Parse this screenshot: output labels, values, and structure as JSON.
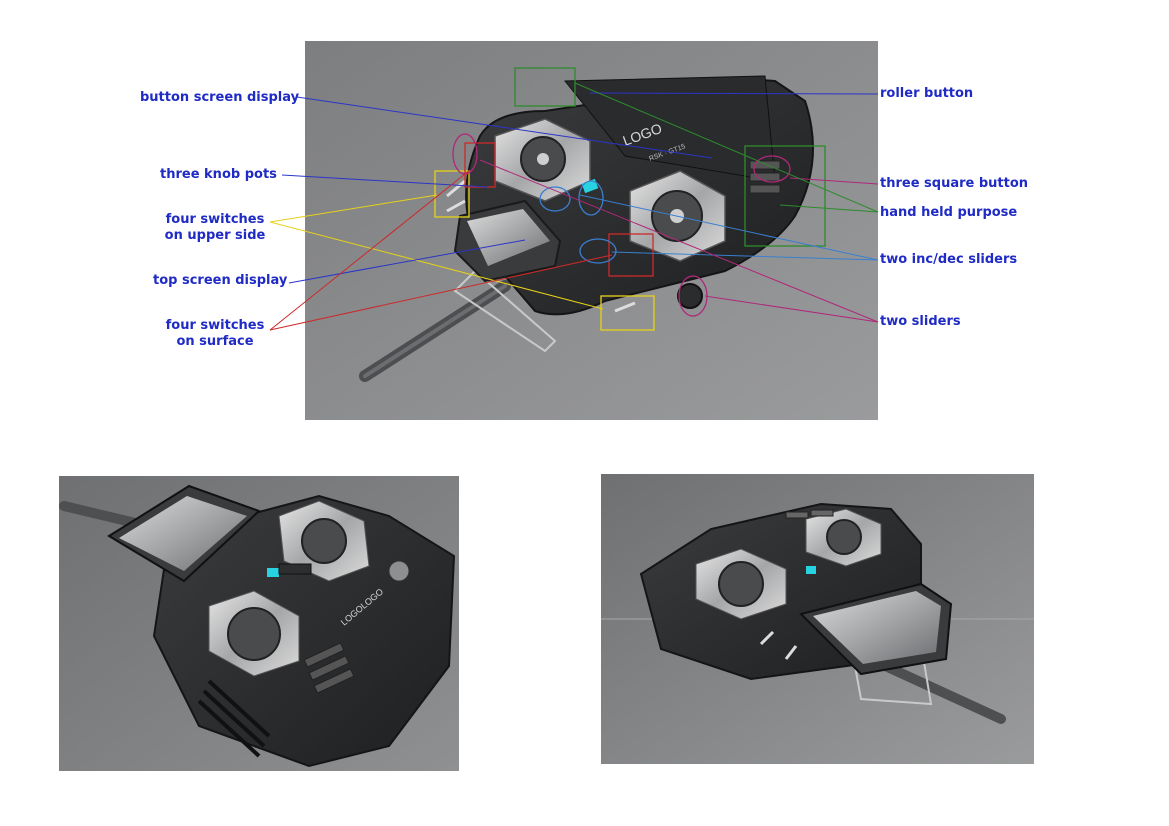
{
  "callouts": {
    "button_screen_display": "button screen display",
    "three_knob_pots": "three knob pots",
    "four_switches_upper_line1": "four switches",
    "four_switches_upper_line2": "on upper side",
    "top_screen_display": "top screen display",
    "four_switches_surface_line1": "four switches",
    "four_switches_surface_line2": "on surface",
    "roller_button": "roller button",
    "three_square_button": "three square button",
    "hand_held_purpose": "hand held purpose",
    "two_inc_dec_sliders": "two inc/dec sliders",
    "two_sliders": "two sliders"
  },
  "product": {
    "logo_text": "LOGO",
    "model_text": "RSK · GT15"
  },
  "colors": {
    "label_text": "#1f2bc4",
    "line_blue": "#2b35c8",
    "line_green": "#2e8b2e",
    "line_red": "#cc2a2a",
    "line_yellow": "#e6d21a",
    "line_magenta": "#b0287a",
    "line_lightblue": "#3a7fd0",
    "accent_cyan": "#27d3e0",
    "background_grey": "#8a8b8c"
  }
}
